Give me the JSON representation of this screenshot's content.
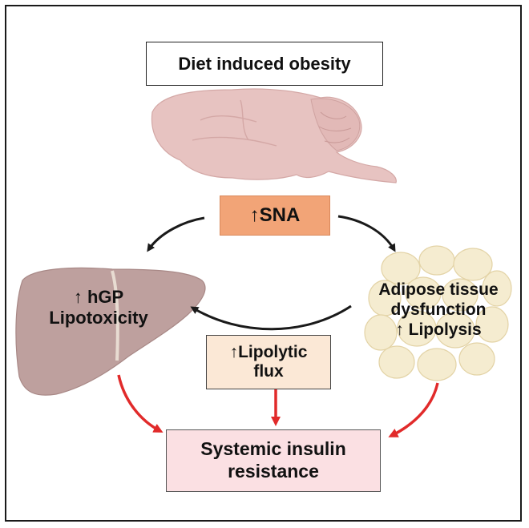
{
  "nodes": {
    "top": {
      "text": "Diet induced obesity"
    },
    "sna": {
      "text": "↑SNA",
      "fill": "#f2a477"
    },
    "liver": {
      "line1": "↑ hGP",
      "line2": "Lipotoxicity"
    },
    "adipose": {
      "line1": "Adipose tissue",
      "line2": "dysfunction",
      "line3": "↑ Lipolysis"
    },
    "flux": {
      "line1": "↑Lipolytic",
      "line2": "flux",
      "fill": "#fbe8d6"
    },
    "outcome": {
      "line1": "Systemic insulin",
      "line2": "resistance",
      "fill": "#fbe0e3"
    }
  },
  "colors": {
    "black_arrow": "#1a1a1a",
    "red_arrow": "#e12a2a",
    "brain": "#e7c3c1",
    "liver": "#bea09e",
    "adipocyte": "#f5ecd0"
  },
  "icons": [
    "brain-illustration",
    "liver-illustration",
    "adipose-cells-illustration"
  ]
}
